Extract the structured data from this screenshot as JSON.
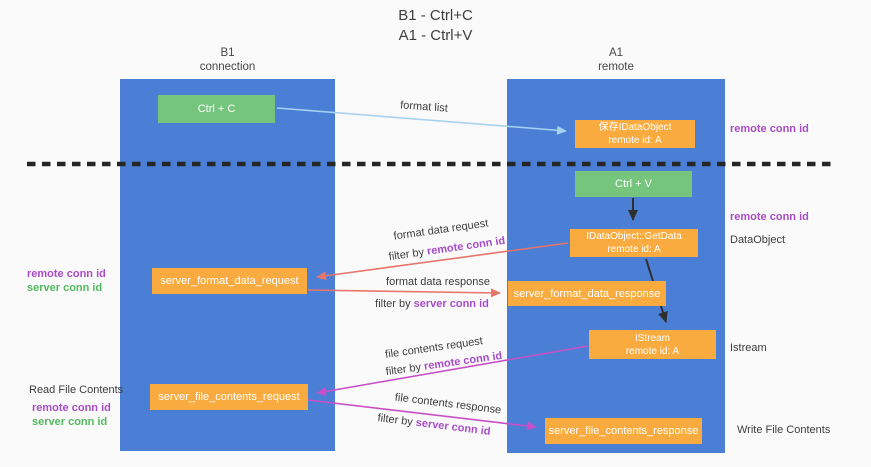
{
  "title": {
    "line1": "B1 - Ctrl+C",
    "line2": "A1 - Ctrl+V"
  },
  "lanes": {
    "left": {
      "title": "B1",
      "subtitle": "connection"
    },
    "right": {
      "title": "A1",
      "subtitle": "remote"
    }
  },
  "boxes": {
    "ctrl_c": {
      "label": "Ctrl + C"
    },
    "ctrl_v": {
      "label": "Ctrl + V"
    },
    "save_dataobject": {
      "line1": "保存IDataObject",
      "line2": "remote id: A"
    },
    "getdata": {
      "line1": "IDataObject::GetData",
      "line2": "remote id: A"
    },
    "istream": {
      "line1": "IStream",
      "line2": "remote id: A"
    },
    "format_request": {
      "label": "server_format_data_request"
    },
    "format_response": {
      "label": "server_format_data_response"
    },
    "file_request": {
      "label": "server_file_contents_request"
    },
    "file_response": {
      "label": "server_file_contents_response"
    }
  },
  "arrows": {
    "format_list": {
      "label": "format list"
    },
    "format_request": {
      "label": "format data request",
      "filter_prefix": "filter by ",
      "filter_key": "remote conn id"
    },
    "format_response": {
      "label": "format data response",
      "filter_prefix": "filter by ",
      "filter_key": "server conn id"
    },
    "file_request": {
      "label": "file contents request",
      "filter_prefix": "filter by ",
      "filter_key": "remote conn id"
    },
    "file_response": {
      "label": "file contents response",
      "filter_prefix": "filter by ",
      "filter_key": "server conn id"
    }
  },
  "annotations": {
    "right_remote_conn_top": "remote conn id",
    "right_remote_conn_mid": "remote conn id",
    "right_dataobject": "DataObject",
    "right_istream": "Istream",
    "right_write_file": "Write File Contents",
    "left_read_file": "Read File Contents",
    "left_remote_conn_1": "remote conn id",
    "left_server_conn_1": "server conn id",
    "left_remote_conn_2": "remote conn id",
    "left_server_conn_2": "server conn id"
  },
  "colors": {
    "lane_blue": "#4a7fd5",
    "green_box": "#76c57d",
    "orange_box": "#f9ab40",
    "purple_text": "#a84cc8",
    "green_text": "#53b95f",
    "red_arrow": "#e8756b",
    "magenta_arrow": "#c94fc9",
    "light_blue_arrow": "#a9d2f0",
    "black_arrow": "#2f2f2f"
  }
}
